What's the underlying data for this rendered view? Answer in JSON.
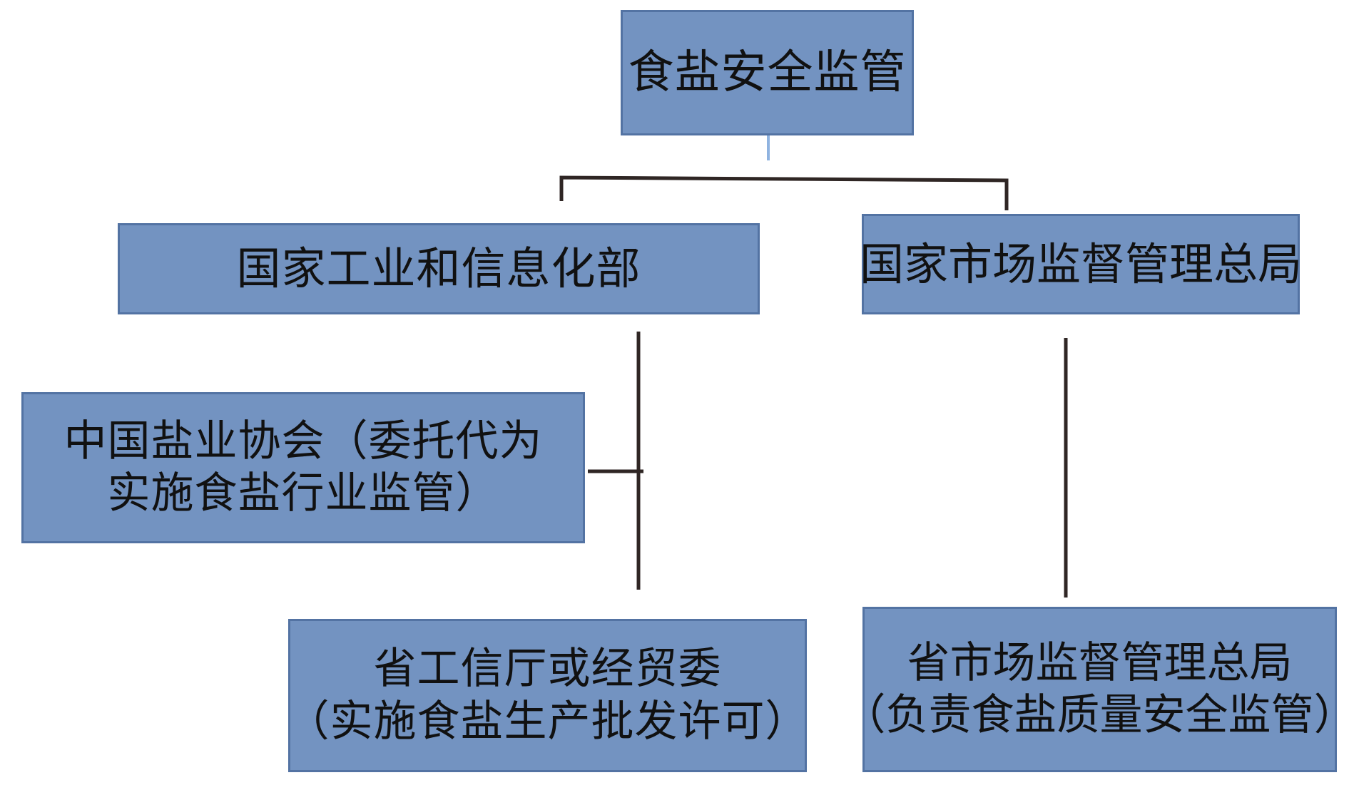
{
  "diagram": {
    "root": {
      "label": "食盐安全监管"
    },
    "miit": {
      "label": "国家工业和信息化部"
    },
    "samr": {
      "label": "国家市场监督管理总局"
    },
    "association": {
      "line1": "中国盐业协会（委托代为",
      "line2": "实施食盐行业监管）"
    },
    "province_industry": {
      "line1": "省工信厅或经贸委",
      "line2": "（实施食盐生产批发许可）"
    },
    "province_market": {
      "line1": "省市场监督管理总局",
      "line2": "（负责食盐质量安全监管）"
    }
  },
  "colors": {
    "box_fill": "#7393c1",
    "box_border": "#5373a3",
    "connector": "#2f2624",
    "root_stem": "#8fb3e0"
  }
}
